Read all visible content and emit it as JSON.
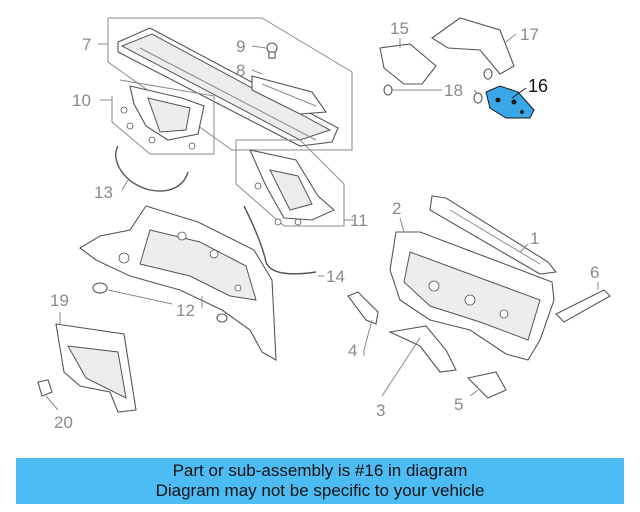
{
  "diagram": {
    "highlight_color": "#3aa8e8",
    "highlighted_part": "16",
    "callouts": [
      "1",
      "2",
      "3",
      "4",
      "5",
      "6",
      "7",
      "8",
      "9",
      "10",
      "11",
      "12",
      "13",
      "14",
      "15",
      "16",
      "17",
      "18",
      "19",
      "20"
    ]
  },
  "banner": {
    "line1": "Part or sub-assembly is #16 in diagram",
    "line2": "Diagram may not be specific to your vehicle",
    "background": "#4dbcf5"
  }
}
